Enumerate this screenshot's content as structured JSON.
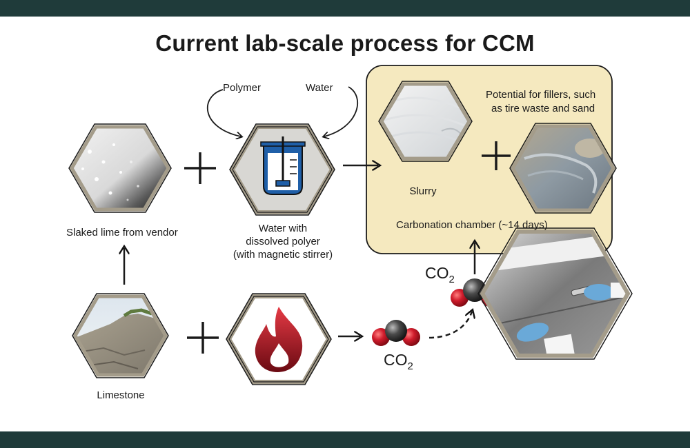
{
  "title": "Current lab-scale process for CCM",
  "labels": {
    "polymer": "Polymer",
    "water": "Water",
    "slaked_lime": "Slaked lime from vendor",
    "water_polymer_1": "Water with",
    "water_polymer_2": "dissolved polyer",
    "water_polymer_3": "(with magnetic stirrer)",
    "slurry": "Slurry",
    "fillers_1": "Potential for fillers, such",
    "fillers_2": "as tire waste and sand",
    "chamber": "Carbonation chamber (~14 days)",
    "limestone": "Limestone",
    "co2_main": "CO",
    "co2_sub": "2"
  },
  "icons": [
    "slaked-lime-photo",
    "beaker-stirrer-icon",
    "slurry-photo",
    "filler-photo",
    "limestone-photo",
    "flame-icon",
    "co2-molecule-icon",
    "chamber-photo"
  ],
  "colors": {
    "band": "#1f3b3a",
    "chamber_fill": "#f5e9bf",
    "hex_frame": "#a49c8a",
    "beaker_blue": "#1f5fa8",
    "flame_red": "#c4202e",
    "oxygen_red": "#c8182a",
    "carbon_gray": "#333333"
  }
}
